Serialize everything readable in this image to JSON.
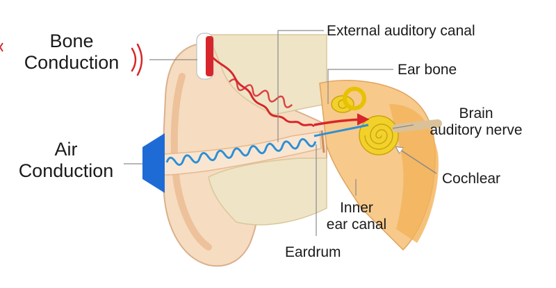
{
  "labels": {
    "bone_conduction": [
      "Bone",
      "Conduction"
    ],
    "air_conduction": [
      "Air",
      "Conduction"
    ],
    "external_auditory_canal": "External auditory canal",
    "ear_bone": "Ear bone",
    "brain_auditory_nerve": [
      "Brain",
      "auditory nerve"
    ],
    "cochlear": "Cochlear",
    "inner_ear_canal": [
      "Inner",
      "ear canal"
    ],
    "eardrum": "Eardrum"
  },
  "colors": {
    "bone_wave": "#d7262b",
    "air_wave": "#2d8fd6",
    "air_speaker": "#1f6bd6",
    "bone_transducer": "#d7262b",
    "skin": "#f6dcc0",
    "bone_tissue": "#efe4c6",
    "cochlea": "#f2d22a",
    "inner_ear": "#f2b35a"
  },
  "icons": [
    "bone-transducer-icon",
    "air-speaker-icon",
    "vibration-arcs-icon"
  ]
}
